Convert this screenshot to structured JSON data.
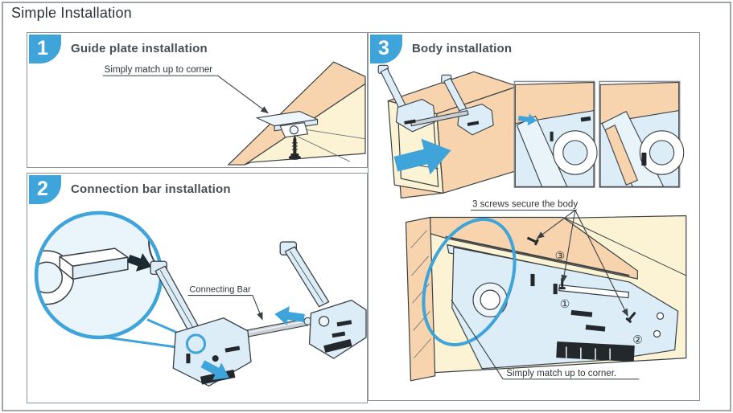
{
  "page": {
    "title": "Simple Installation"
  },
  "colors": {
    "accent_blue": "#3fa4d9",
    "wood_tan": "#f7d4ae",
    "interior_pale": "#fcf3d4",
    "steel_light_blue": "#dcedf8",
    "line_dark": "#3a4145"
  },
  "step1": {
    "number": "1",
    "title": "Guide plate installation",
    "callout": "Simply match up to corner"
  },
  "step2": {
    "number": "2",
    "title": "Connection bar installation",
    "callout": "Connecting Bar"
  },
  "step3": {
    "number": "3",
    "title": "Body installation",
    "screws_note": "3 screws secure the body",
    "corner_note": "Simply match up to corner.",
    "markers": {
      "m1": "①",
      "m2": "②",
      "m3": "③"
    }
  }
}
